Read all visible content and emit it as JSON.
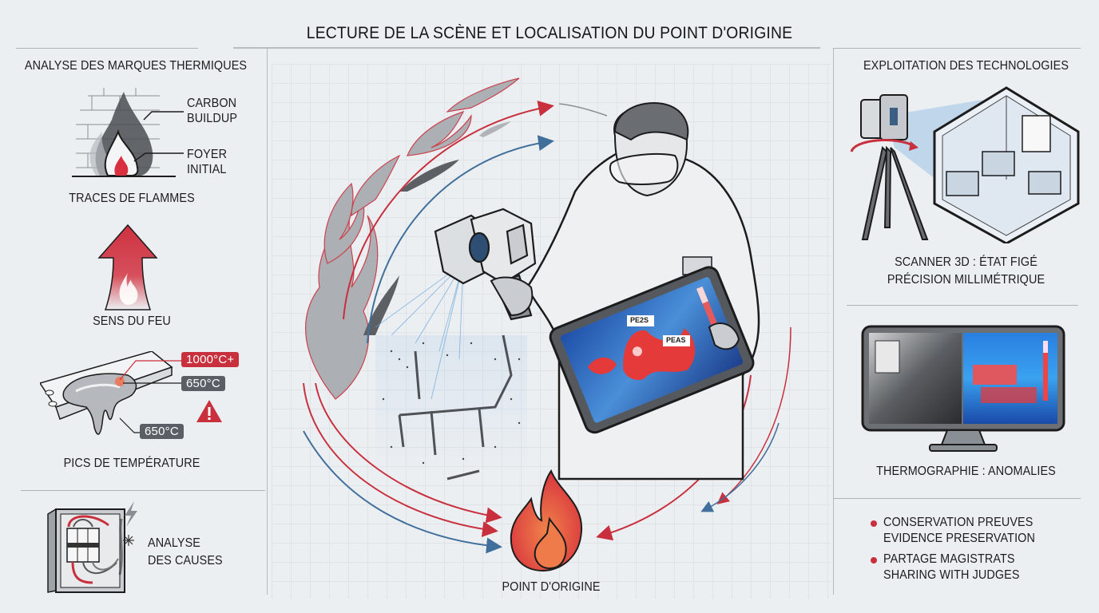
{
  "header": {
    "title": "LECTURE DE LA SCÈNE ET LOCALISATION DU POINT D'ORIGINE"
  },
  "left_panel": {
    "heading": "ANALYSE DES MARQUES THERMIQUES",
    "flame_traces": {
      "callout_top": [
        "CARBON",
        "BUILDUP"
      ],
      "callout_bottom": [
        "FOYER",
        "INITIAL"
      ],
      "caption": "TRACES DE FLAMMES"
    },
    "fire_direction": {
      "caption": "SENS DU FEU"
    },
    "temperature": {
      "tags": [
        {
          "text": "1000°C+",
          "color": "#c8303e"
        },
        {
          "text": "650°C",
          "color": "#5a5f66"
        },
        {
          "text": "650°C",
          "color": "#5a5f66"
        }
      ],
      "caption": "PICS DE TEMPÉRATURE"
    },
    "causes": {
      "caption_line1": "ANALYSE",
      "caption_line2": "DES CAUSES"
    }
  },
  "center": {
    "tablet_labels": [
      "PE2S",
      "PEAS"
    ],
    "origin_caption": "POINT D'ORIGINE"
  },
  "right_panel": {
    "heading": "EXPLOITATION DES TECHNOLOGIES",
    "scanner": {
      "caption_line1": "SCANNER 3D : ÉTAT FIGÉ",
      "caption_line2": "PRÉCISION MILLIMÉTRIQUE"
    },
    "thermography": {
      "caption": "THERMOGRAPHIE : ANOMALIES"
    },
    "bullets": [
      {
        "line1": "CONSERVATION PREUVES",
        "line2": "EVIDENCE PRESERVATION"
      },
      {
        "line1": "PARTAGE MAGISTRATS",
        "line2": "SHARING WITH JUDGES"
      }
    ]
  },
  "colors": {
    "accent_red": "#c8303e",
    "accent_blue": "#3f6f9a",
    "background": "#eceff2",
    "tag_gray": "#5a5f66"
  }
}
